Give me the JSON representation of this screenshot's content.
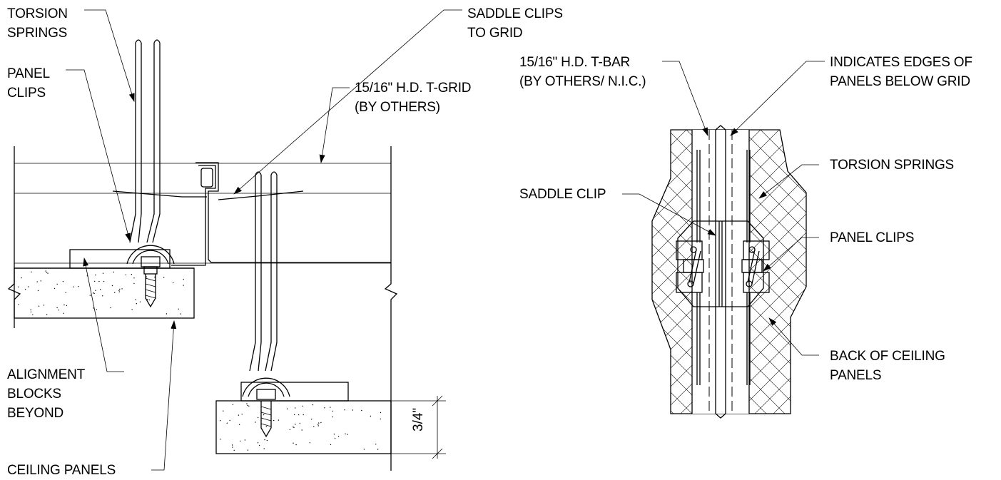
{
  "labels": {
    "torsion_springs_left": "TORSION\nSPRINGS",
    "panel_clips_left": "PANEL\nCLIPS",
    "saddle_clips_to_grid": "SADDLE CLIPS\nTO GRID",
    "t_grid": "15/16\" H.D. T-GRID\n(BY OTHERS)",
    "alignment_blocks": "ALIGNMENT\nBLOCKS\nBEYOND",
    "ceiling_panels": "CEILING PANELS",
    "dimension": "3/4\"",
    "t_bar": "15/16\" H.D. T-BAR\n(BY OTHERS/ N.I.C.)",
    "indicates_edges": "INDICATES EDGES OF\nPANELS BELOW GRID",
    "torsion_springs_right": "TORSION SPRINGS",
    "saddle_clip": "SADDLE CLIP",
    "panel_clips_right": "PANEL CLIPS",
    "back_of_ceiling_panels": "BACK OF CEILING\nPANELS"
  }
}
